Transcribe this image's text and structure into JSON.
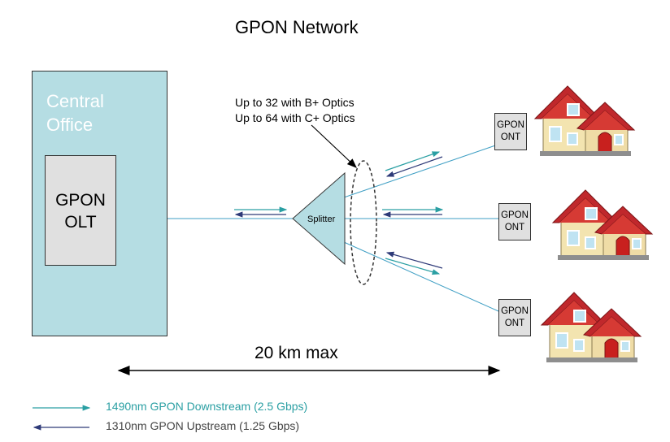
{
  "title": "GPON Network",
  "central_office": {
    "label": "Central Office"
  },
  "olt": {
    "label": "GPON OLT"
  },
  "splitter": {
    "label": "Splitter",
    "optics_note_1": "Up to 32 with B+ Optics",
    "optics_note_2": "Up to 64 with C+ Optics"
  },
  "onts": [
    {
      "label": "GPON ONT"
    },
    {
      "label": "GPON ONT"
    },
    {
      "label": "GPON ONT"
    }
  ],
  "distance": "20 km max",
  "legend": {
    "downstream": "1490nm GPON Downstream (2.5 Gbps)",
    "upstream": "1310nm GPON Upstream (1.25 Gbps)"
  },
  "colors": {
    "downstream": "#2a9fa3",
    "upstream": "#2e3a78",
    "fiber": "#3f9fc4",
    "office": "#b5dde3",
    "roof": "#c0282c",
    "wall": "#f2e6b8"
  }
}
